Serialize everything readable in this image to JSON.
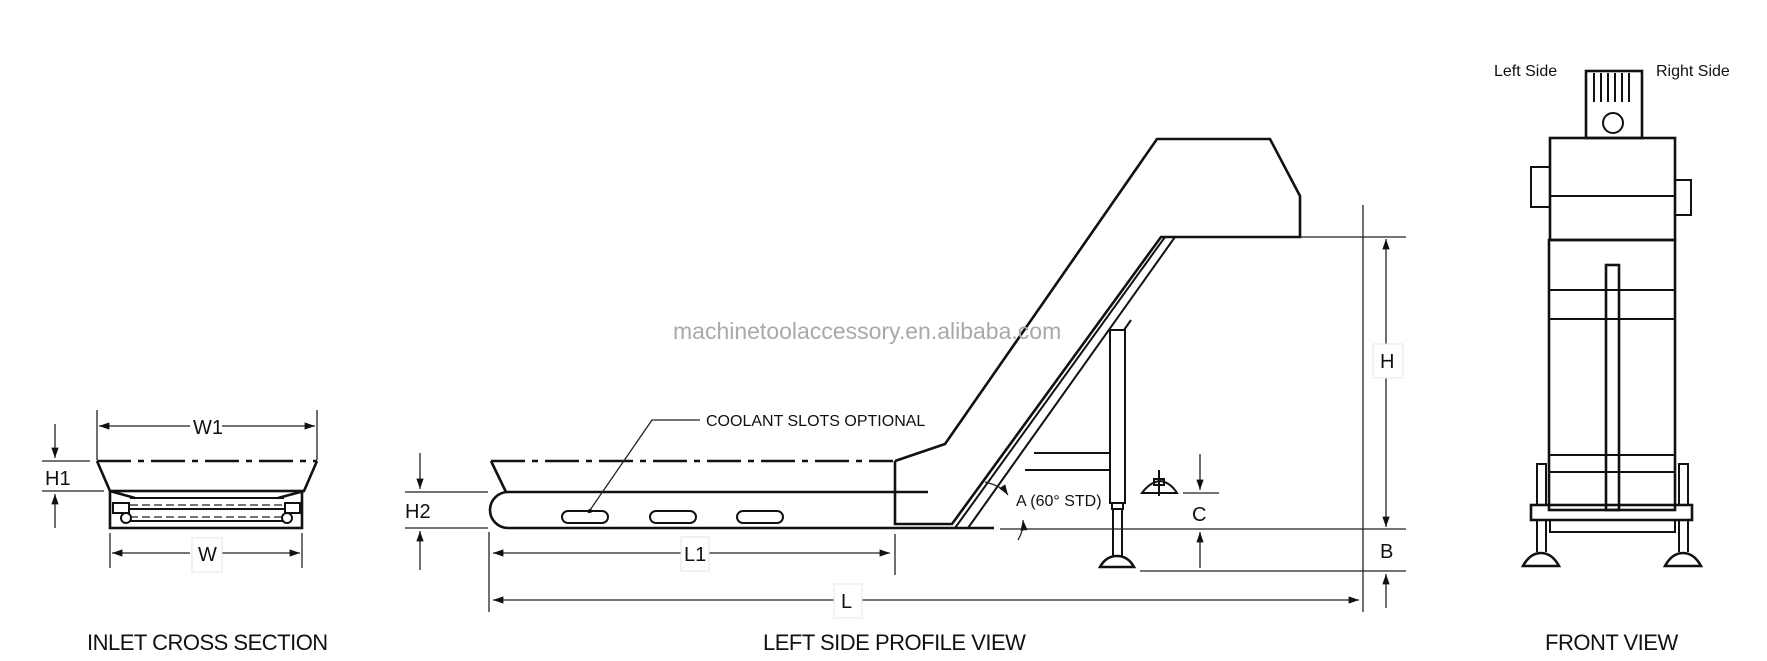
{
  "watermark": "machinetoolaccessory.en.alibaba.com",
  "views": {
    "inlet": {
      "title": "INLET CROSS SECTION",
      "dims": {
        "w1": "W1",
        "w": "W",
        "h1": "H1"
      }
    },
    "profile": {
      "title": "LEFT SIDE PROFILE VIEW",
      "callout": "COOLANT SLOTS OPTIONAL",
      "angle_label": "A (60° STD)",
      "dims": {
        "h2": "H2",
        "l1": "L1",
        "l": "L",
        "h": "H",
        "b": "B",
        "c": "C"
      }
    },
    "front": {
      "title": "FRONT VIEW",
      "left_label": "Left Side",
      "right_label": "Right Side"
    }
  },
  "colors": {
    "line": "#111111",
    "watermark": "#a9a9a9",
    "background": "#ffffff"
  }
}
